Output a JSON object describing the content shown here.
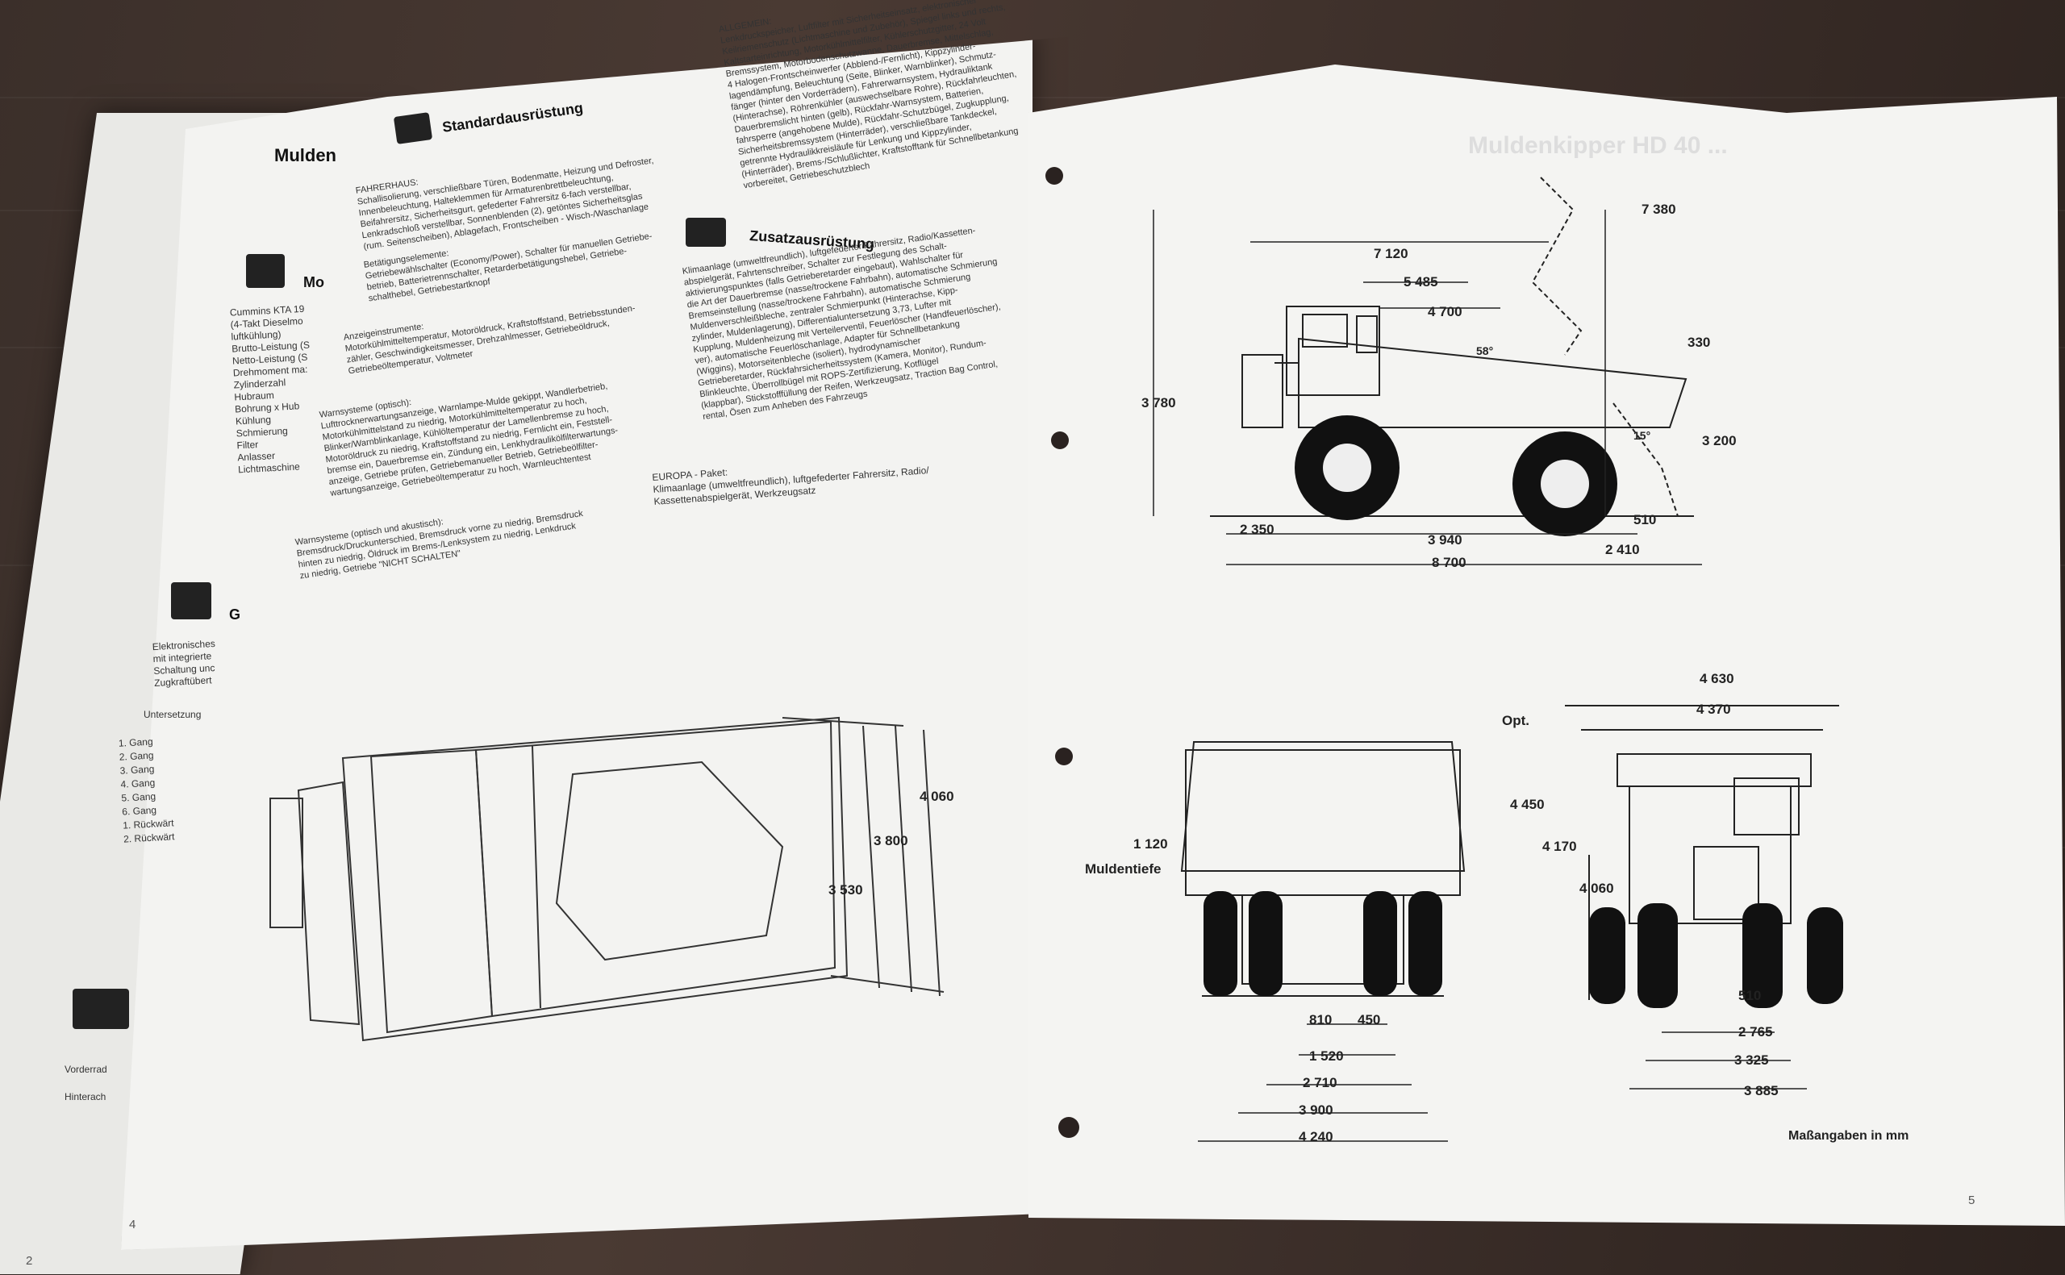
{
  "left_page": {
    "tab_heading": "Mulden",
    "engine_heading": "Mo",
    "engine_specs": "Cummins KTA 19\n(4-Takt Dieselmo\nluftkühlung)\nBrutto-Leistung (S\nNetto-Leistung (S\nDrehmoment ma:\nZylinderzahl\nHubraum\nBohrung x Hub\nKühlung\nSchmierung\nFilter\nAnlasser\nLichtmaschine",
    "gear_heading": "G",
    "gear_intro": "Elektronisches\nmit integrierte\nSchaltung unc\nZugkraftübert",
    "gear_label": "Untersetzung",
    "gears": "1. Gang\n2. Gang\n3. Gang\n4. Gang\n5. Gang\n6. Gang\n1. Rückwärt\n2. Rückwärt",
    "axles": "Vorderrad\n\nHinterach",
    "standard_heading": "Standardausrüstung",
    "standard_text": "FAHRERHAUS:\nSchallisolierung, verschließbare Türen, Bodenmatte, Heizung und Defroster,\nInnenbeleuchtung, Halteklemmen für Armaturenbrettbeleuchtung,\nBeifahrersitz, Sicherheitsgurt, gefederter Fahrersitz 6-fach verstellbar,\nLenkradschloß verstellbar, Sonnenblenden (2), getöntes Sicherheitsglas\n(rum. Seitenscheiben), Ablagefach, Frontscheiben - Wisch-/Waschanlage",
    "controls_text": "Betätigungselemente:\nGetriebewählschalter (Economy/Power), Schalter für manuellen Getriebe-\nbetrieb, Batterietrennschalter, Retarderbetätigungshebel, Getriebe-\nschalthebel, Getriebestartknopf",
    "instruments_text": "Anzeigeinstrumente:\nMotorkühlmitteltemperatur, Motoröldruck, Kraftstoffstand, Betriebsstunden-\nzähler, Geschwindigkeitsmesser, Drehzahlmesser, Getriebeöldruck,\nGetriebeöltemperatur, Voltmeter",
    "warning_text": "Warnsysteme (optisch):\nLufttrocknerwartungsanzeige, Warnlampe-Mulde gekippt, Wandlerbetrieb,\nMotorkühlmittelstand zu niedrig, Motorkühlmitteltemperatur zu hoch,\nBlinker/Warnblinkanlage, Kühlöltemperatur der Lamellenbremse zu hoch,\nMotoröldruck zu niedrig, Kraftstoffstand zu niedrig, Fernlicht ein, Feststell-\nbremse ein, Dauerbremse ein, Zündung ein, Lenkhydraulikölfilterwartungs-\nanzeige, Getriebe prüfen, Getriebemanueller Betrieb, Getriebeölfilter-\nwartungsanzeige, Getriebeöltemperatur zu hoch, Warnleuchtentest",
    "acoustic_text": "Warnsysteme (optisch und akustisch):\nBremsdruck/Druckunterschied, Bremsdruck vorne zu niedrig, Bremsdruck\nhinten zu niedrig, Öldruck im Brems-/Lenksystem zu niedrig, Lenkdruck\nzu niedrig, Getriebe \"NICHT SCHALTEN\"",
    "general_text": "ALLGEMEIN:\nLenkdruckspeicher, Luftfilter mit Sicherheitseinsatz, elektronischer\nKeilriemenschutz (Lichtmaschine und Zubehör), Spiegel links und rechts,\nKaltstarteinrichtung, Motorkühlmittelfilter, Kühlerschutzgitter, 24 Volt\nBremssystem, Motorbodenschutzwanne, Dauerbremse, Mittelschlag,\n4 Halogen-Frontscheinwerfer (Abblend-/Fernlicht), Kippzylinder-\nlagendämpfung, Beleuchtung (Seite, Blinker, Warnblinker), Schmutz-\nfänger (hinter den Vorderrädern), Fahrerwarnsystem, Hydrauliktank\n(Hinterachse), Röhrenkühler (auswechselbare Rohre), Rückfahrleuchten,\nDauerbremslicht hinten (gelb), Rückfahr-Warnsystem, Batterien,\nfahrsperre (angehobene Mulde), Rückfahr-Schutzbügel, Zugkupplung,\nSicherheitsbremssystem (Hinterräder), verschließbare Tankdeckel,\ngetrennte Hydraulikkreisläufe für Lenkung und Kippzylinder,\n(Hinterräder), Brems-/Schlußlichter, Kraftstofftank für Schnellbetankung\nvorbereitet, Getriebeschutzblech",
    "extra_heading": "Zusatzausrüstung",
    "extra_text": "Klimaanlage (umweltfreundlich), luftgefederter Fahrersitz, Radio/Kassetten-\nabspielgerät, Fahrtenschreiber, Schalter zur Festlegung des Schalt-\naktivierungspunktes (falls Getrieberetarder eingebaut), Wahlschalter für\ndie Art der Dauerbremse (nasse/trockene Fahrbahn), automatische Schmierung\nBremseinstellung (nasse/trockene Fahrbahn), automatische Schmierung\nMuldenverschleißbleche, zentraler Schmierpunkt (Hinterachse, Kipp-\nzylinder, Muldenlagerung), Differentialuntersetzung 3,73, Lufter mit\nKupplung, Muldenheizung mit Verteilerventil, Feuerlöscher (Handfeuerlöscher),\nver), automatische Feuerlöschanlage, Adapter für Schnellbetankung\n(Wiggins), Motorseitenbleche (isoliert), hydrodynamischer\nGetrieberetarder, Rückfahrsicherheitssystem (Kamera, Monitor), Rundum-\nBlinkleuchte, Überrollbügel mit ROPS-Zertifizierung, Kotflügel\n(klappbar), Stickstofffüllung der Reifen, Werkzeugsatz, Traction Bag Control,\nrental, Ösen zum Anheben des Fahrzeugs",
    "europa_text": "EUROPA - Paket:\nKlimaanlage (umweltfreundlich), luftgefederter Fahrersitz, Radio/\nKassettenabspielgerät, Werkzeugsatz",
    "top_dims": [
      "4 060",
      "3 800",
      "3 530"
    ],
    "page_no": "4",
    "under_page_no": "2"
  },
  "right_page": {
    "title_faint": "Muldenkipper HD 40 ...",
    "side_dims": {
      "d_7380": "7 380",
      "d_7120": "7 120",
      "d_5485": "5 485",
      "d_4700": "4 700",
      "d_330": "330",
      "d_58": "58°",
      "d_3780": "3 780",
      "d_15": "15°",
      "d_3200": "3 200",
      "d_510a": "510",
      "d_2350": "2 350",
      "d_3940": "3 940",
      "d_2410": "2 410",
      "d_8700": "8 700"
    },
    "rear_dims": {
      "d_1120": "1 120",
      "muldentiefe": "Muldentiefe",
      "d_810": "810",
      "d_450": "450",
      "d_1520": "1 520",
      "d_2710": "2 710",
      "d_3900": "3 900",
      "d_4240": "4 240"
    },
    "front_dims": {
      "d_4630": "4 630",
      "opt": "Opt.",
      "d_4370": "4 370",
      "d_4450": "4 450",
      "d_4170": "4 170",
      "d_4060": "4 060",
      "d_510b": "510",
      "d_2765": "2 765",
      "d_3325": "3 325",
      "d_3885": "3 885"
    },
    "units_note": "Maßangaben in mm",
    "page_no": "5"
  },
  "colors": {
    "paper": "#f2f2f0",
    "ink": "#222222",
    "desk": "#3b2f2a"
  }
}
